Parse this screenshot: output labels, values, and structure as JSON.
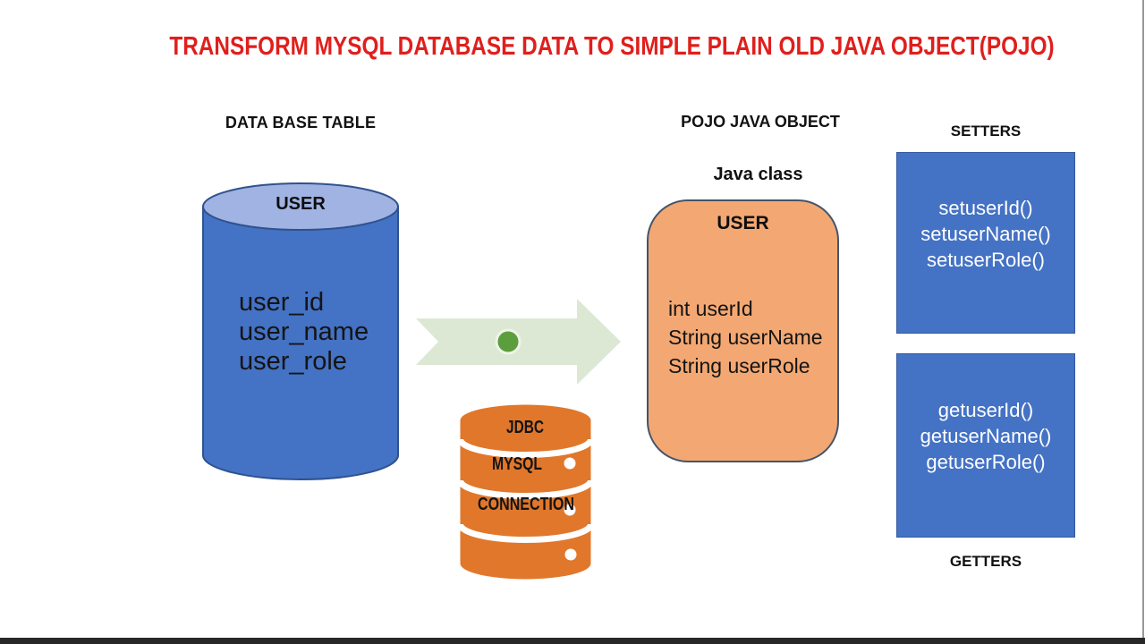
{
  "title": {
    "text": "TRANSFORM MYSQL DATABASE DATA TO SIMPLE PLAIN OLD JAVA OBJECT(POJO)",
    "color": "#e01f1c"
  },
  "database": {
    "label": "DATA BASE TABLE",
    "cylinder": {
      "title": "USER",
      "body_color": "#4472c4",
      "top_color": "#a0b3e2",
      "border_color": "#2f528f",
      "columns": [
        "user_id",
        "user_name",
        "user_role"
      ]
    }
  },
  "transform": {
    "arrow_color": "#dce8d4",
    "dot_color": "#5c9e3e",
    "dot_ring_color": "#edf4e7"
  },
  "connector": {
    "color": "#e1772b",
    "labels": [
      "JDBC",
      "MYSQL",
      "CONNECTION"
    ]
  },
  "pojo": {
    "label": "POJO JAVA OBJECT",
    "sublabel": "Java class",
    "class_name": "USER",
    "fill_color": "#f3a873",
    "border_color": "#44546a",
    "fields": [
      "int userId",
      "String userName",
      "String userRole"
    ]
  },
  "setters": {
    "label": "SETTERS",
    "box_color": "#4472c4",
    "methods": [
      "setuserId()",
      "setuserName()",
      "setuserRole()"
    ]
  },
  "getters": {
    "label": "GETTERS",
    "box_color": "#4472c4",
    "methods": [
      "getuserId()",
      "getuserName()",
      "getuserRole()"
    ]
  }
}
